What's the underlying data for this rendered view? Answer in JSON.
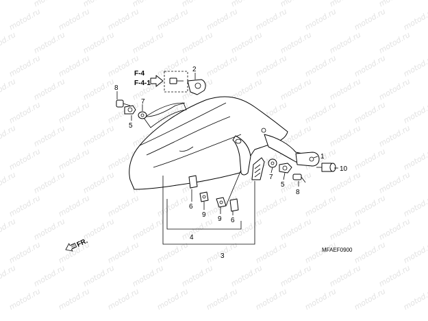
{
  "watermark": "motod.ru",
  "references": [
    "F-4",
    "F-4-1"
  ],
  "callouts": {
    "c1": "1",
    "c2": "2",
    "c3": "3",
    "c4": "4",
    "c5a": "5",
    "c5b": "5",
    "c6a": "6",
    "c6b": "6",
    "c7a": "7",
    "c7b": "7",
    "c8a": "8",
    "c8b": "8",
    "c9a": "9",
    "c9b": "9",
    "c10": "10"
  },
  "front_indicator": "FR.",
  "diagram_code": "MFAEF0900"
}
